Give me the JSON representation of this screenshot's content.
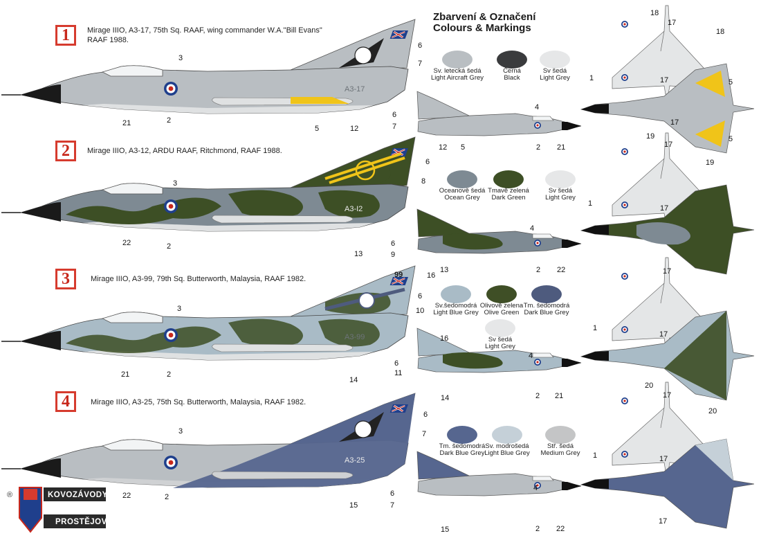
{
  "titles": {
    "cz": "Zbarvení & Označení",
    "en": "Colours & Markings"
  },
  "variants": [
    {
      "number": "1",
      "caption": "Mirage IIIO, A3-17, 75th Sq. RAAF, wing commander W.A.\"Bill Evans\"",
      "caption2": "RAAF 1988.",
      "serial": "A3-17",
      "tail": ""
    },
    {
      "number": "2",
      "caption": "Mirage IIIO, A3-12, ARDU RAAF, Ritchmond, RAAF 1988.",
      "caption2": "",
      "serial": "A3-I2",
      "tail": ""
    },
    {
      "number": "3",
      "caption": "Mirage IIIO, A3-99, 79th Sq. Butterworth, Malaysia, RAAF 1982.",
      "caption2": "",
      "serial": "A3-99",
      "tail": "99"
    },
    {
      "number": "4",
      "caption": "Mirage IIIO, A3-25, 75th Sq. Butterworth, Malaysia,  RAAF 1982.",
      "caption2": "",
      "serial": "A3-25",
      "tail": ""
    }
  ],
  "swatches": [
    [
      {
        "cz": "Sv. letecká šedá",
        "en": "Light Aircraft Grey",
        "color": "#b9bec2"
      },
      {
        "cz": "Černá",
        "en": "Black",
        "color": "#3a3b3d"
      },
      {
        "cz": "Sv šedá",
        "en": "Light Grey",
        "color": "#e6e7e8"
      }
    ],
    [
      {
        "cz": "Oceanově šedá",
        "en": "Ocean Grey",
        "color": "#7e8a93"
      },
      {
        "cz": "Tmavě zelená",
        "en": "Dark Green",
        "color": "#3d4f25"
      },
      {
        "cz": "Sv šedá",
        "en": "Light Grey",
        "color": "#e6e7e8"
      }
    ],
    [
      {
        "cz": "Sv.šedomodrá",
        "en": "Light Blue Grey",
        "color": "#a9bbc6"
      },
      {
        "cz": "Olivově zelena",
        "en": "Olive Green",
        "color": "#3f4f26"
      },
      {
        "cz": "Tm. šedomodrá",
        "en": "Dark Blue Grey",
        "color": "#4e5b7e"
      },
      {
        "cz": "Sv šedá",
        "en": "Light Grey",
        "color": "#e6e7e8"
      }
    ],
    [
      {
        "cz": "Tm. šedomodrá",
        "en": "Dark Blue Grey",
        "color": "#56668f"
      },
      {
        "cz": "Sv. modrošedá",
        "en": "Light Blue Grey",
        "color": "#c5d0d8"
      },
      {
        "cz": "Stř. šedá",
        "en": "Medium Grey",
        "color": "#c4c5c6"
      }
    ]
  ],
  "callouts": {
    "side1": [
      "3",
      "6",
      "7",
      "21",
      "2",
      "5",
      "12"
    ],
    "side2": [
      "3",
      "6",
      "8",
      "22",
      "2",
      "13"
    ],
    "side3": [
      "3",
      "16",
      "6",
      "10",
      "21",
      "2",
      "14"
    ],
    "side4": [
      "3",
      "6",
      "7",
      "22",
      "2",
      "15"
    ],
    "small1": [
      "6",
      "7",
      "4",
      "12",
      "5",
      "2",
      "21"
    ],
    "small2": [
      "6",
      "9",
      "4",
      "13",
      "2",
      "22"
    ],
    "small3": [
      "16",
      "6",
      "11",
      "4",
      "14",
      "2",
      "21"
    ],
    "small4": [
      "6",
      "7",
      "4",
      "15",
      "2",
      "22"
    ],
    "top1": [
      "18",
      "17",
      "18",
      "1",
      "17",
      "5",
      "17",
      "5"
    ],
    "top2": [
      "19",
      "17",
      "19",
      "1",
      "17",
      "17"
    ],
    "top3": [
      "1",
      "17"
    ],
    "top4": [
      "20",
      "17",
      "20",
      "1",
      "17",
      "17"
    ]
  },
  "logo": {
    "mark": "®",
    "line1": "KOVOZÁVODY",
    "line2": "PROSTĚJOV"
  },
  "colors": {
    "accent_red": "#d63b2e",
    "aircraft_grey": "#b9bec2",
    "dark_green": "#3d4f25",
    "ocean_grey": "#7e8a93",
    "light_blue_grey": "#a9bbc6",
    "dark_blue_grey": "#56668f",
    "yellow": "#f0c419"
  }
}
